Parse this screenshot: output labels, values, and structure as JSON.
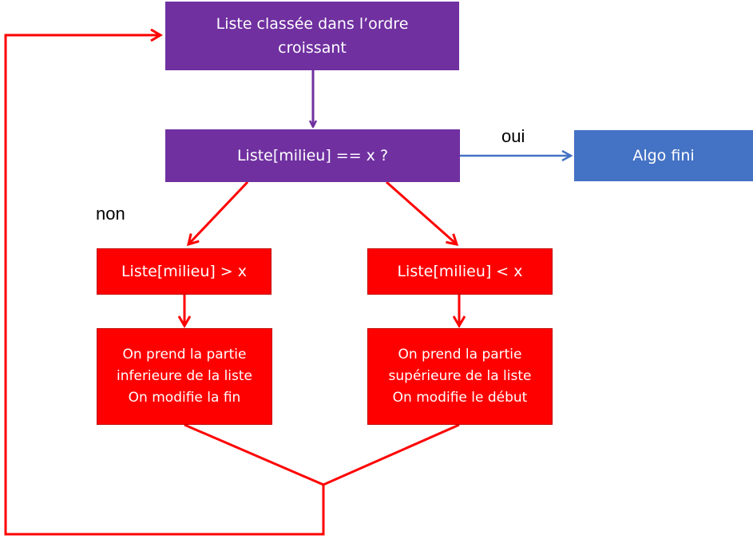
{
  "colors": {
    "purple": "#7030a0",
    "blue": "#4472c4",
    "red": "#ff0000"
  },
  "nodes": {
    "start": "Liste classée dans l’ordre\ncroissant",
    "check": "Liste[milieu] == x ?",
    "end": "Algo fini",
    "greater": "Liste[milieu] > x",
    "less": "Liste[milieu] < x",
    "lower_half": "On prend la partie\ninferieure de la liste\nOn modifie la fin",
    "upper_half": "On prend la partie\nsupérieure de la liste\nOn modifie le début"
  },
  "labels": {
    "yes": "oui",
    "no": "non"
  }
}
